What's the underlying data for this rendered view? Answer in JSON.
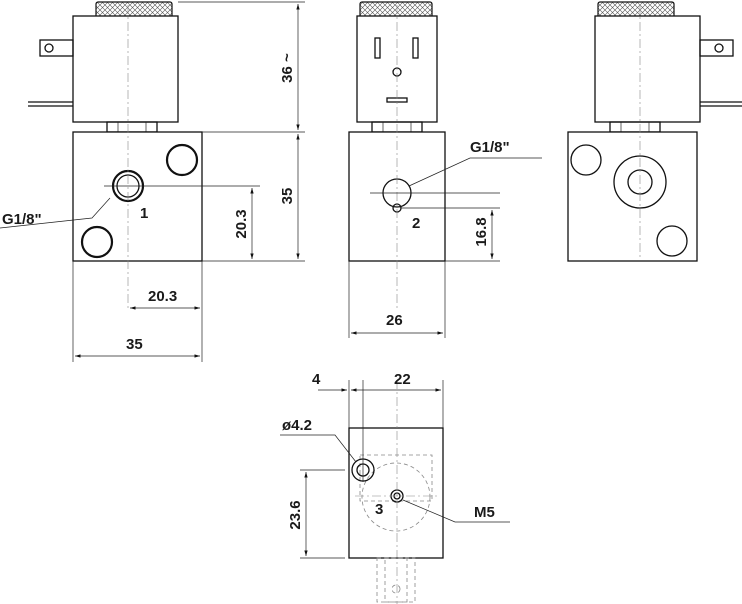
{
  "views": {
    "front": {
      "port_label": "G1/8\"",
      "port_number": "1",
      "dim_height_total": "36 ~",
      "dim_block_height": "35",
      "dim_port_height": "20.3",
      "dim_port_x": "20.3",
      "dim_width": "35"
    },
    "side": {
      "port_label": "G1/8\"",
      "port_number": "2",
      "dim_port_height": "16.8",
      "dim_width": "26"
    },
    "back": {},
    "bottom": {
      "dim_offset": "4",
      "dim_width": "22",
      "hole_label": "ø4.2",
      "thread_label": "M5",
      "port_number": "3",
      "dim_height": "23.6"
    }
  }
}
